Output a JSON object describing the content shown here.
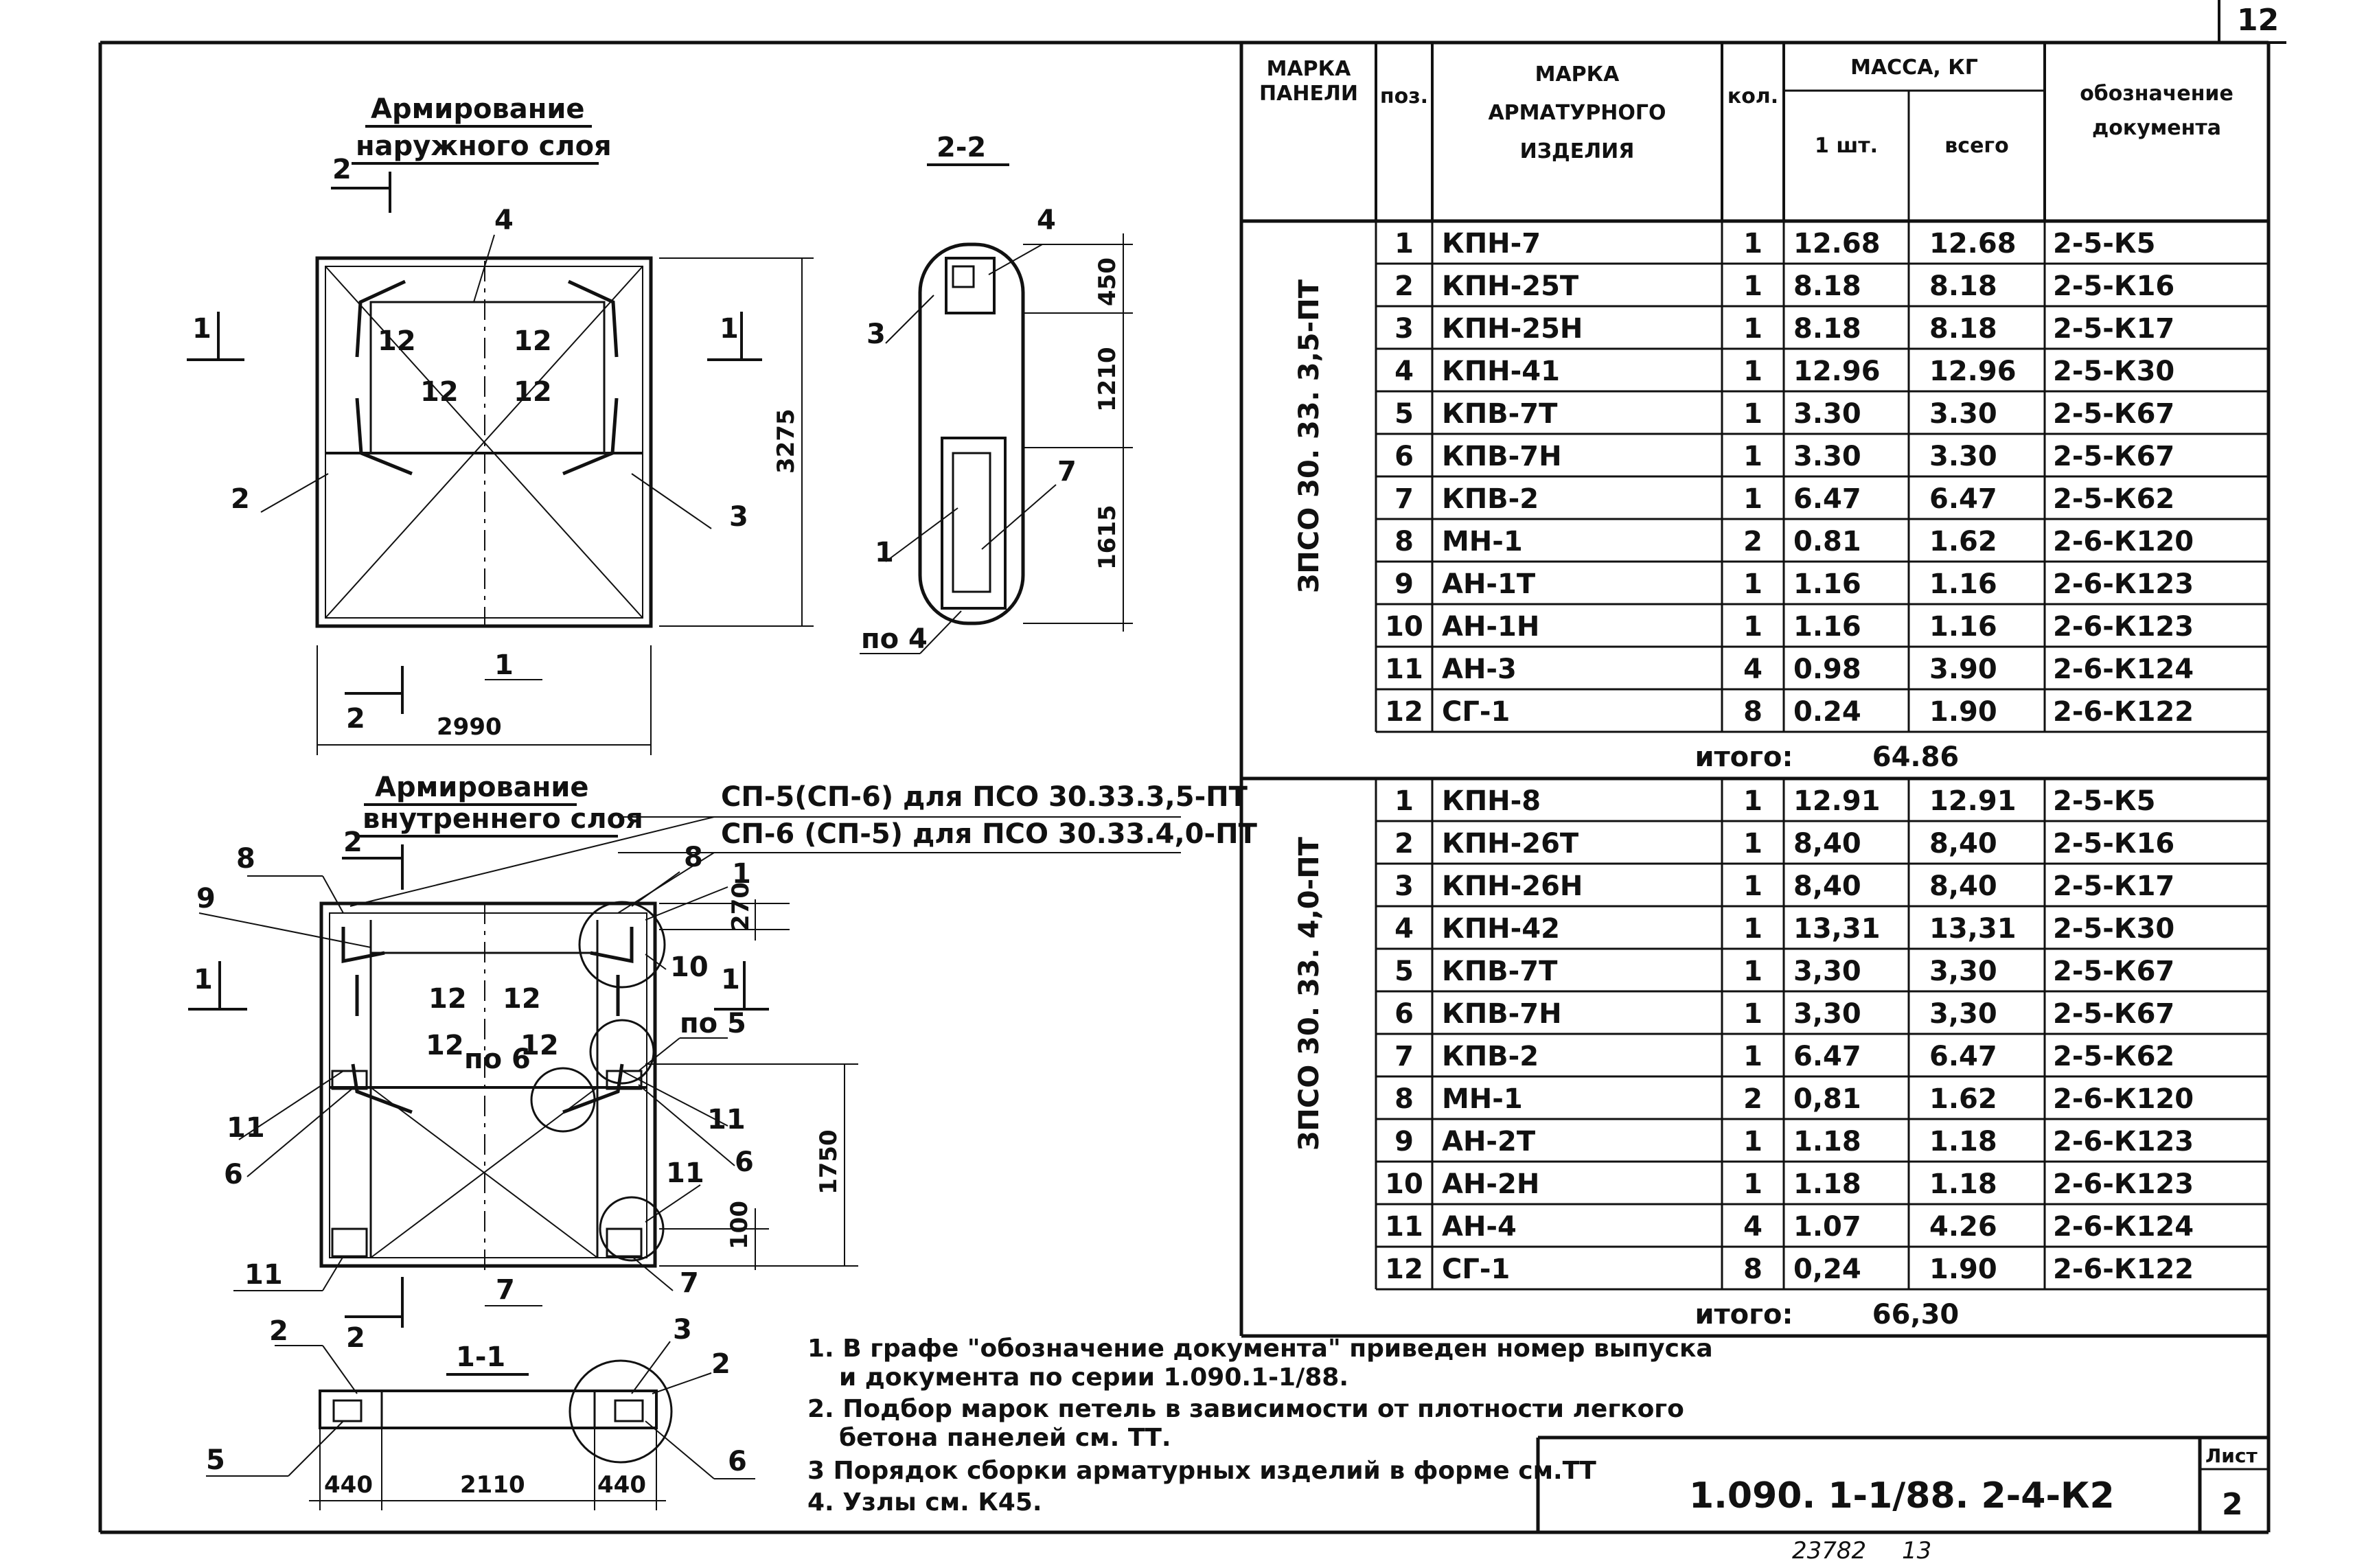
{
  "sheet_number": "12",
  "stamp": {
    "code": "1.090. 1-1/88. 2-4-К2",
    "list_label": "Лист",
    "list_number": "2"
  },
  "footer": {
    "archive": "23782",
    "page": "13"
  },
  "drawings": {
    "outer": {
      "title_l1": "Армирование",
      "title_l2": "наружного слоя",
      "width_dim": "2990",
      "height_dim": "3275",
      "section_marks": {
        "s11": "1",
        "s22": "2"
      },
      "callouts": [
        "1",
        "2",
        "3",
        "4"
      ],
      "loops": "12"
    },
    "section22": {
      "title": "2-2",
      "dims": [
        "450",
        "1210",
        "1615"
      ],
      "callouts": [
        "1",
        "3",
        "4",
        "7"
      ],
      "pos_label": "по 4"
    },
    "inner": {
      "title_l1": "Армирование",
      "title_l2": "внутреннего слоя",
      "note_l1": "СП-5(СП-6) для ПСО 30.33.3,5-ПТ",
      "note_l2": "СП-6 (СП-5) для ПСО 30.33.4,0-ПТ",
      "dims": [
        "270",
        "1750",
        "100"
      ],
      "pos5": "по 5",
      "pos6": "по 6",
      "callouts": [
        "1",
        "6",
        "7",
        "8",
        "9",
        "10",
        "11"
      ],
      "loops": "12"
    },
    "section11": {
      "title": "1-1",
      "dims": [
        "440",
        "2110",
        "440"
      ],
      "callouts": [
        "2",
        "3",
        "5",
        "6"
      ]
    }
  },
  "table": {
    "header": {
      "mark_panel": [
        "МАРКА",
        "ПАНЕЛИ"
      ],
      "pos": "поз.",
      "mark_item": [
        "МАРКА",
        "АРМАТУРНОГО",
        "ИЗДЕЛИЯ"
      ],
      "qty": "кол.",
      "mass": "МАССА, КГ",
      "mass_one": "1 шт.",
      "mass_all": "всего",
      "doc": [
        "обозначение",
        "документа"
      ]
    },
    "groups": [
      {
        "panel": "ЗПСО 30. 33. 3,5-ПТ",
        "rows": [
          [
            "1",
            "КПН-7",
            "1",
            "12.68",
            "12.68",
            "2-5-К5"
          ],
          [
            "2",
            "КПН-25Т",
            "1",
            "8.18",
            "8.18",
            "2-5-К16"
          ],
          [
            "3",
            "КПН-25Н",
            "1",
            "8.18",
            "8.18",
            "2-5-К17"
          ],
          [
            "4",
            "КПН-41",
            "1",
            "12.96",
            "12.96",
            "2-5-К30"
          ],
          [
            "5",
            "КПВ-7Т",
            "1",
            "3.30",
            "3.30",
            "2-5-К67"
          ],
          [
            "6",
            "КПВ-7Н",
            "1",
            "3.30",
            "3.30",
            "2-5-К67"
          ],
          [
            "7",
            "КПВ-2",
            "1",
            "6.47",
            "6.47",
            "2-5-К62"
          ],
          [
            "8",
            "МН-1",
            "2",
            "0.81",
            "1.62",
            "2-6-К120"
          ],
          [
            "9",
            "АН-1Т",
            "1",
            "1.16",
            "1.16",
            "2-6-К123"
          ],
          [
            "10",
            "АН-1Н",
            "1",
            "1.16",
            "1.16",
            "2-6-К123"
          ],
          [
            "11",
            "АН-3",
            "4",
            "0.98",
            "3.90",
            "2-6-К124"
          ],
          [
            "12",
            "СГ-1",
            "8",
            "0.24",
            "1.90",
            "2-6-К122"
          ]
        ],
        "total_label": "итого:",
        "total": "64.86"
      },
      {
        "panel": "ЗПСО 30. 33. 4,0-ПТ",
        "rows": [
          [
            "1",
            "КПН-8",
            "1",
            "12.91",
            "12.91",
            "2-5-К5"
          ],
          [
            "2",
            "КПН-26Т",
            "1",
            "8,40",
            "8,40",
            "2-5-К16"
          ],
          [
            "3",
            "КПН-26Н",
            "1",
            "8,40",
            "8,40",
            "2-5-К17"
          ],
          [
            "4",
            "КПН-42",
            "1",
            "13,31",
            "13,31",
            "2-5-К30"
          ],
          [
            "5",
            "КПВ-7Т",
            "1",
            "3,30",
            "3,30",
            "2-5-К67"
          ],
          [
            "6",
            "КПВ-7Н",
            "1",
            "3,30",
            "3,30",
            "2-5-К67"
          ],
          [
            "7",
            "КПВ-2",
            "1",
            "6.47",
            "6.47",
            "2-5-К62"
          ],
          [
            "8",
            "МН-1",
            "2",
            "0,81",
            "1.62",
            "2-6-К120"
          ],
          [
            "9",
            "АН-2Т",
            "1",
            "1.18",
            "1.18",
            "2-6-К123"
          ],
          [
            "10",
            "АН-2Н",
            "1",
            "1.18",
            "1.18",
            "2-6-К123"
          ],
          [
            "11",
            "АН-4",
            "4",
            "1.07",
            "4.26",
            "2-6-К124"
          ],
          [
            "12",
            "СГ-1",
            "8",
            "0,24",
            "1.90",
            "2-6-К122"
          ]
        ],
        "total_label": "итого:",
        "total": "66,30"
      }
    ]
  },
  "notes": [
    "1. В графе \"обозначение документа\" приведен номер выпуска",
    "и документа по серии 1.090.1-1/88.",
    "2. Подбор марок петель в зависимости от плотности легкого",
    "бетона панелей см. ТТ.",
    "3 Порядок сборки арматурных изделий в форме см.ТТ",
    "4. Узлы см. К45."
  ]
}
